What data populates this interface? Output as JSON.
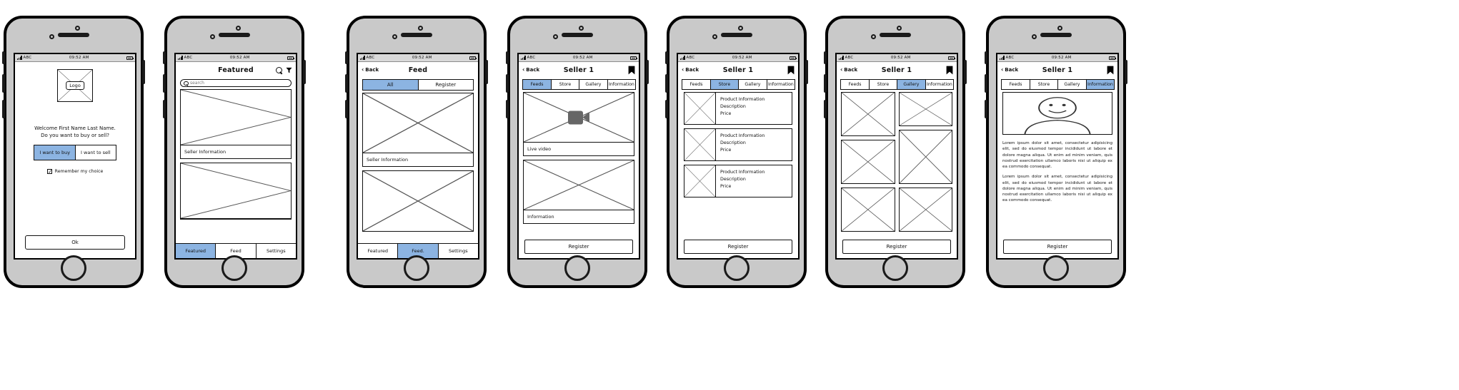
{
  "status_bar": {
    "carrier": "ABC",
    "time": "09:52 AM"
  },
  "icons": {
    "search": "search-icon",
    "filter": "filter-icon",
    "bookmark": "bookmark-icon",
    "video": "video-camera-icon",
    "back_chevron": "chevron-left-icon",
    "checkbox": "checkbox-checked-icon"
  },
  "colors": {
    "selected": "#8cb4e2",
    "frame": "#c9c9c9",
    "stroke": "#111111"
  },
  "screens": [
    {
      "id": "welcome",
      "logo_label": "Logo",
      "welcome_line1": "Welcome First Name Last Name.",
      "welcome_line2": "Do you want to buy or sell?",
      "choices": [
        {
          "label": "I want to buy",
          "selected": true
        },
        {
          "label": "I want to sell",
          "selected": false
        }
      ],
      "remember_label": "Remember my choice",
      "ok_label": "Ok"
    },
    {
      "id": "featured",
      "title": "Featured",
      "search_placeholder": "search",
      "cards": [
        {
          "caption": "Seller Information",
          "bookmarked": false
        },
        {
          "caption": "",
          "bookmarked": true
        }
      ],
      "tabbar": [
        {
          "label": "Featured",
          "selected": true
        },
        {
          "label": "Feed",
          "selected": false
        },
        {
          "label": "Settings",
          "selected": false
        }
      ]
    },
    {
      "id": "feed",
      "back_label": "Back",
      "title": "Feed",
      "segments": [
        {
          "label": "All",
          "selected": true
        },
        {
          "label": "Register",
          "selected": false
        }
      ],
      "cards": [
        {
          "caption": "Seller Information"
        },
        {
          "caption": ""
        }
      ],
      "tabbar": [
        {
          "label": "Featured",
          "selected": false
        },
        {
          "label": "Feed.",
          "selected": true
        },
        {
          "label": "Settings",
          "selected": false
        }
      ]
    },
    {
      "id": "seller-feeds",
      "back_label": "Back",
      "title": "Seller 1",
      "tabs": [
        {
          "label": "Feeds",
          "selected": true
        },
        {
          "label": "Store",
          "selected": false
        },
        {
          "label": "Gallery",
          "selected": false
        },
        {
          "label": "Information",
          "selected": false
        }
      ],
      "cards": [
        {
          "caption": "Live video",
          "video": true
        },
        {
          "caption": "Information",
          "video": false
        }
      ],
      "register_label": "Register"
    },
    {
      "id": "seller-store",
      "back_label": "Back",
      "title": "Seller 1",
      "tabs": [
        {
          "label": "Feeds",
          "selected": false
        },
        {
          "label": "Store",
          "selected": true
        },
        {
          "label": "Gallery",
          "selected": false
        },
        {
          "label": "Information",
          "selected": false
        }
      ],
      "products": [
        {
          "name": "Product Information",
          "description": "Description",
          "price": "Price"
        },
        {
          "name": "Product Information",
          "description": "Description",
          "price": "Price"
        },
        {
          "name": "Product Information",
          "description": "Description",
          "price": "Price"
        }
      ],
      "register_label": "Register"
    },
    {
      "id": "seller-gallery",
      "back_label": "Back",
      "title": "Seller 1",
      "tabs": [
        {
          "label": "Feeds",
          "selected": false
        },
        {
          "label": "Store",
          "selected": false
        },
        {
          "label": "Gallery",
          "selected": true
        },
        {
          "label": "Information",
          "selected": false
        }
      ],
      "gallery": {
        "left_heights": [
          62,
          62,
          62
        ],
        "right_heights": [
          48,
          76,
          62
        ]
      },
      "register_label": "Register"
    },
    {
      "id": "seller-information",
      "back_label": "Back",
      "title": "Seller 1",
      "tabs": [
        {
          "label": "Feeds",
          "selected": false
        },
        {
          "label": "Store",
          "selected": false
        },
        {
          "label": "Gallery",
          "selected": false
        },
        {
          "label": "Information",
          "selected": true
        }
      ],
      "paragraphs": [
        "Lorem ipsum dolor sit amet, consectetur adipisicing elit, sed do eiusmod tempor incididunt ut labore et dolore magna aliqua. Ut enim ad minim veniam, quis nostrud exercitation ullamco laboris nisi ut aliquip ex ea commodo consequat.",
        "Lorem ipsum dolor sit amet, consectetur adipisicing elit, sed do eiusmod tempor incididunt ut labore et dolore magna aliqua. Ut enim ad minim veniam, quis nostrud exercitation ullamco laboris nisi ut aliquip ex ea commodo consequat."
      ],
      "register_label": "Register"
    }
  ]
}
